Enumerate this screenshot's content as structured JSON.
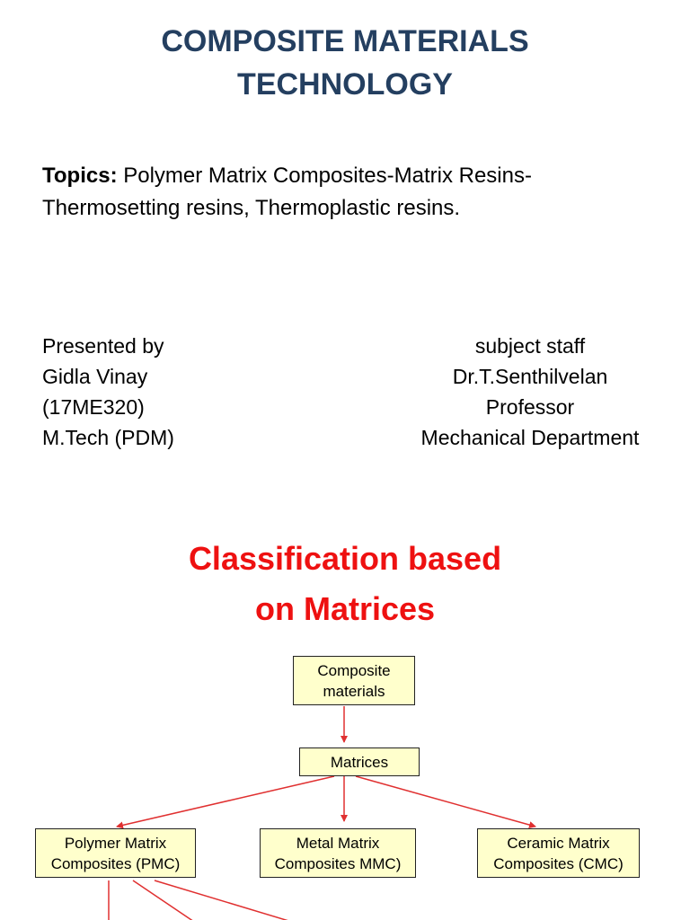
{
  "slide1": {
    "title_line1": "COMPOSITE MATERIALS",
    "title_line2": "TECHNOLOGY",
    "topics_label": "Topics:",
    "topics_text": " Polymer Matrix Composites-Matrix Resins-Thermosetting resins, Thermoplastic resins.",
    "presenter": {
      "line1": "Presented by",
      "line2": "Gidla Vinay",
      "line3": "(17ME320)",
      "line4": "M.Tech (PDM)"
    },
    "staff": {
      "line1": "subject staff",
      "line2": "Dr.T.Senthilvelan",
      "line3": "Professor",
      "line4": "Mechanical Department"
    }
  },
  "slide2": {
    "title_line1": "Classification based",
    "title_line2": "on Matrices",
    "diagram": {
      "root_line1": "Composite",
      "root_line2": "materials",
      "matrices": "Matrices",
      "pmc_line1": "Polymer Matrix",
      "pmc_line2": "Composites (PMC)",
      "mmc_line1": "Metal Matrix",
      "mmc_line2": "Composites MMC)",
      "cmc_line1": "Ceramic Matrix",
      "cmc_line2": "Composites (CMC)"
    }
  },
  "colors": {
    "title": "#243f60",
    "heading_red": "#ee1111",
    "box_fill": "#ffffcc",
    "arrow": "#e03030"
  }
}
